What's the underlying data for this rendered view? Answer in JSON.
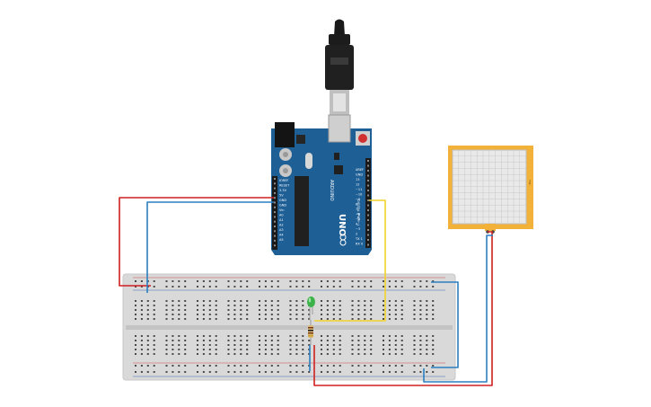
{
  "canvas": {
    "background": "#ffffff"
  },
  "arduino": {
    "name": "Arduino Uno R3",
    "brand_text": "ARDUINO",
    "model_text": "UNO",
    "board_color": "#1e5f96",
    "header_labels": [
      "AREF",
      "GND",
      "13",
      "12",
      "~11",
      "~10",
      "~9",
      "8",
      "7",
      "~6",
      "~5",
      "4",
      "~3",
      "2",
      "TX 1",
      "RX 0"
    ],
    "power_labels": [
      "IOREF",
      "RESET",
      "3.3V",
      "5V",
      "GND",
      "GND",
      "Vin"
    ],
    "analog_labels": [
      "A0",
      "A1",
      "A2",
      "A3",
      "A4",
      "A5"
    ],
    "digital_caption": "DIGITAL (PWM~)"
  },
  "usb_cable": {
    "icon": "usb-b-plug-icon",
    "color": "#222222"
  },
  "breadboard": {
    "name": "Breadboard",
    "color": "#d9d9d9",
    "rail_red": "#d44a4a",
    "rail_blue": "#3d6fb5"
  },
  "led": {
    "name": "LED",
    "color": "#3bb34a"
  },
  "resistor": {
    "name": "Resistor",
    "color": "#d8b87a"
  },
  "sensor": {
    "name": "Force Sensor",
    "frame_color": "#f2b23a",
    "grid_color": "#c8c8c8"
  },
  "wires": {
    "red": "#d02020",
    "blue": "#2a7fc0",
    "yellow": "#f2d22a"
  }
}
